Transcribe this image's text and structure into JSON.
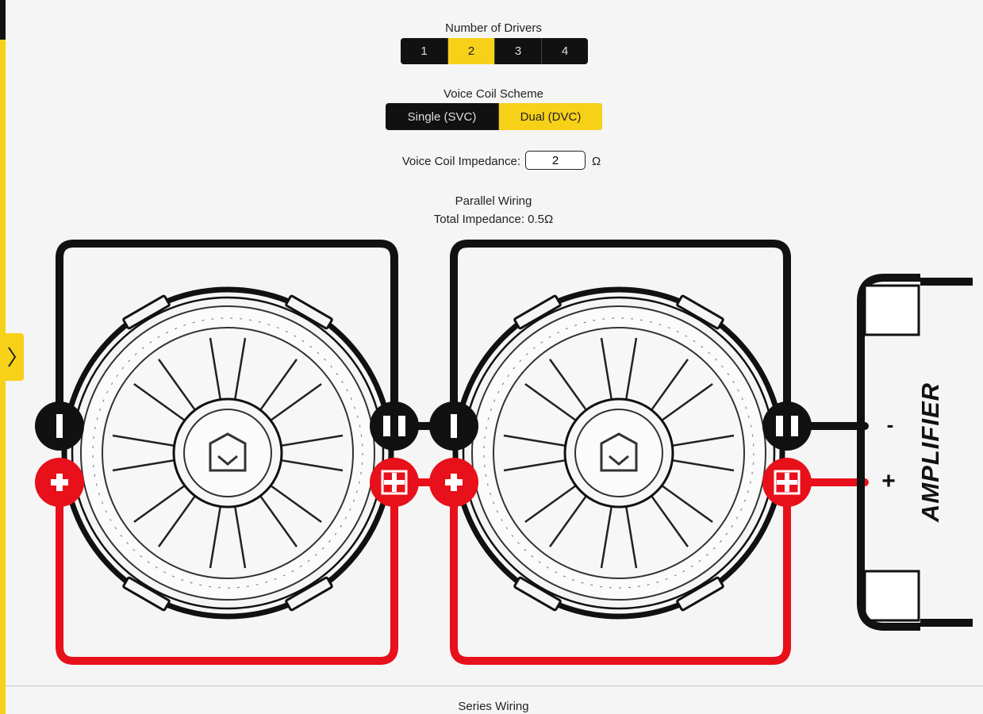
{
  "drivers": {
    "label": "Number of Drivers",
    "options": [
      "1",
      "2",
      "3",
      "4"
    ],
    "selected": "2"
  },
  "voice_coil_scheme": {
    "label": "Voice Coil Scheme",
    "options": [
      "Single (SVC)",
      "Dual (DVC)"
    ],
    "selected": "Dual (DVC)"
  },
  "impedance": {
    "label": "Voice Coil Impedance:",
    "value": "2",
    "unit": "Ω"
  },
  "wiring": {
    "title": "Parallel Wiring",
    "total": "Total Impedance: 0.5Ω"
  },
  "amplifier": {
    "label": "AMPLIFIER",
    "minus": "-",
    "plus": "+"
  },
  "next_section": {
    "title": "Series Wiring"
  },
  "colors": {
    "accent": "#f7d117",
    "positive_wire": "#e8101a",
    "negative_wire": "#111111"
  }
}
